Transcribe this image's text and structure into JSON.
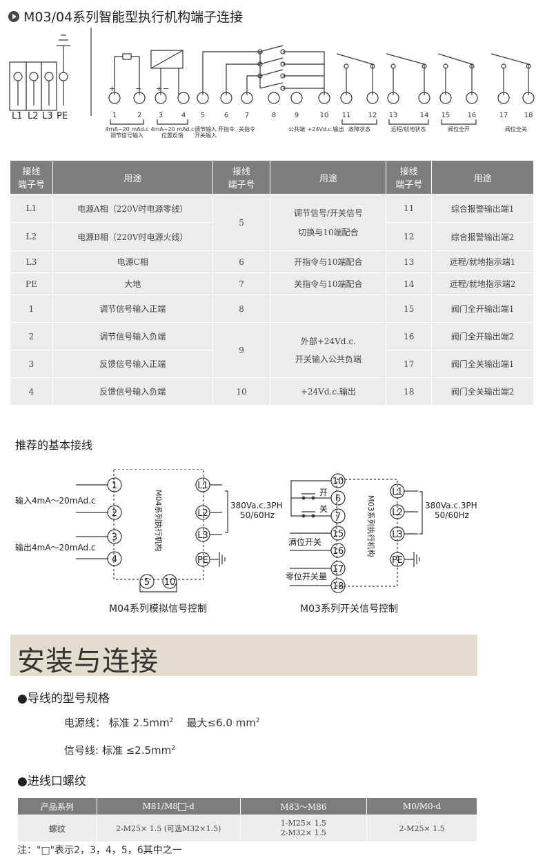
{
  "header": {
    "title": "M03/04系列智能型执行机构端子连接"
  },
  "terminals": {
    "power_labels": [
      "L1",
      "L2",
      "L3",
      "PE"
    ],
    "numbers": [
      "1",
      "2",
      "3",
      "4",
      "5",
      "6",
      "7",
      "8",
      "9",
      "10",
      "11",
      "12",
      "13",
      "14",
      "15",
      "16",
      "17",
      "18"
    ],
    "group_labels": {
      "g12": "4mA~20 mAd.c\n调节信号输入",
      "g34": "4mA~20 mAd.c\n位置反馈",
      "g5": "调节输入\n开关输入",
      "g6": "开指令",
      "g7": "关指令",
      "g9": "公共端",
      "g10": "+24Vd.c.输出",
      "g1112": "故障状态",
      "g1314": "远程/就地状态",
      "g1516": "阀位全开",
      "g1718": "阀位全关"
    }
  },
  "terminal_table": {
    "headers": [
      "接线\n端子号",
      "用途",
      "接线\n端子号",
      "用途",
      "接线\n端子号",
      "用途"
    ],
    "col1": [
      {
        "no": "L1",
        "use": "电源A相（220V时电源零线）"
      },
      {
        "no": "L2",
        "use": "电源B相（220V时电源火线）"
      },
      {
        "no": "L3",
        "use": "电源C相"
      },
      {
        "no": "PE",
        "use": "大地"
      },
      {
        "no": "1",
        "use": "调节信号输入正端"
      },
      {
        "no": "2",
        "use": "调节信号输入负端"
      },
      {
        "no": "3",
        "use": "反馈信号输入正端"
      },
      {
        "no": "4",
        "use": "反馈信号输入负端"
      }
    ],
    "col2": [
      {
        "no": "5",
        "use": "调节信号/开关信号\n切换与10端配合"
      },
      {
        "no": "6",
        "use": "开指令与10端配合"
      },
      {
        "no": "7",
        "use": "关指令与10端配合"
      },
      {
        "no": "8",
        "use": ""
      },
      {
        "no": "9",
        "use": "外部+24Vd.c.\n开关输入公共负端"
      },
      {
        "no": "10",
        "use": "+24Vd.c.输出"
      }
    ],
    "col3": [
      {
        "no": "11",
        "use": "综合报警输出端1"
      },
      {
        "no": "12",
        "use": "综合报警输出端2"
      },
      {
        "no": "13",
        "use": "远程/就地指示端1"
      },
      {
        "no": "14",
        "use": "远程/就地指示端2"
      },
      {
        "no": "15",
        "use": "阀门全开输出端1"
      },
      {
        "no": "16",
        "use": "阀门全开输出端2"
      },
      {
        "no": "17",
        "use": "阀门全关输出端1"
      },
      {
        "no": "18",
        "use": "阀门全关输出端2"
      }
    ]
  },
  "wiring": {
    "title": "推荐的基本接线",
    "left": {
      "input_label": "输入4mA～20mAd.c",
      "output_label": "输出4mA～20mAd.c",
      "actuator": "M04系列执行机构",
      "power": "380Va.c.3PH\n50/60Hz",
      "caption": "M04系列模拟信号控制"
    },
    "right": {
      "open": "开",
      "close": "关",
      "full_open": "满位开关",
      "zero": "零位开关量",
      "actuator": "M03系列执行机构",
      "power": "380Va.c.3PH\n50/60Hz",
      "caption": "M03系列开关信号控制"
    }
  },
  "install": {
    "heading": "安装与连接",
    "wire_title": "●导线的型号规格",
    "power_line": "电源线：  标准  2.5mm",
    "power_max": "最大≤6.0 mm",
    "signal_line": "信号线:   标准 ≤2.5mm",
    "sup": "2",
    "thread_title": "●进线口螺纹"
  },
  "thread_table": {
    "headers": [
      "产品系列",
      "M81/M8",
      "M83～M86",
      "M0/M0-d"
    ],
    "header_suffix": "-d",
    "row_label": "螺纹",
    "cells": [
      "2-M25× 1.5 (可选M32×1.5)",
      "1-M25× 1.5\n2-M32× 1.5",
      "2-M25× 1.5"
    ]
  },
  "note": "注：\"□\"表示2，3，4，5，6其中之一"
}
